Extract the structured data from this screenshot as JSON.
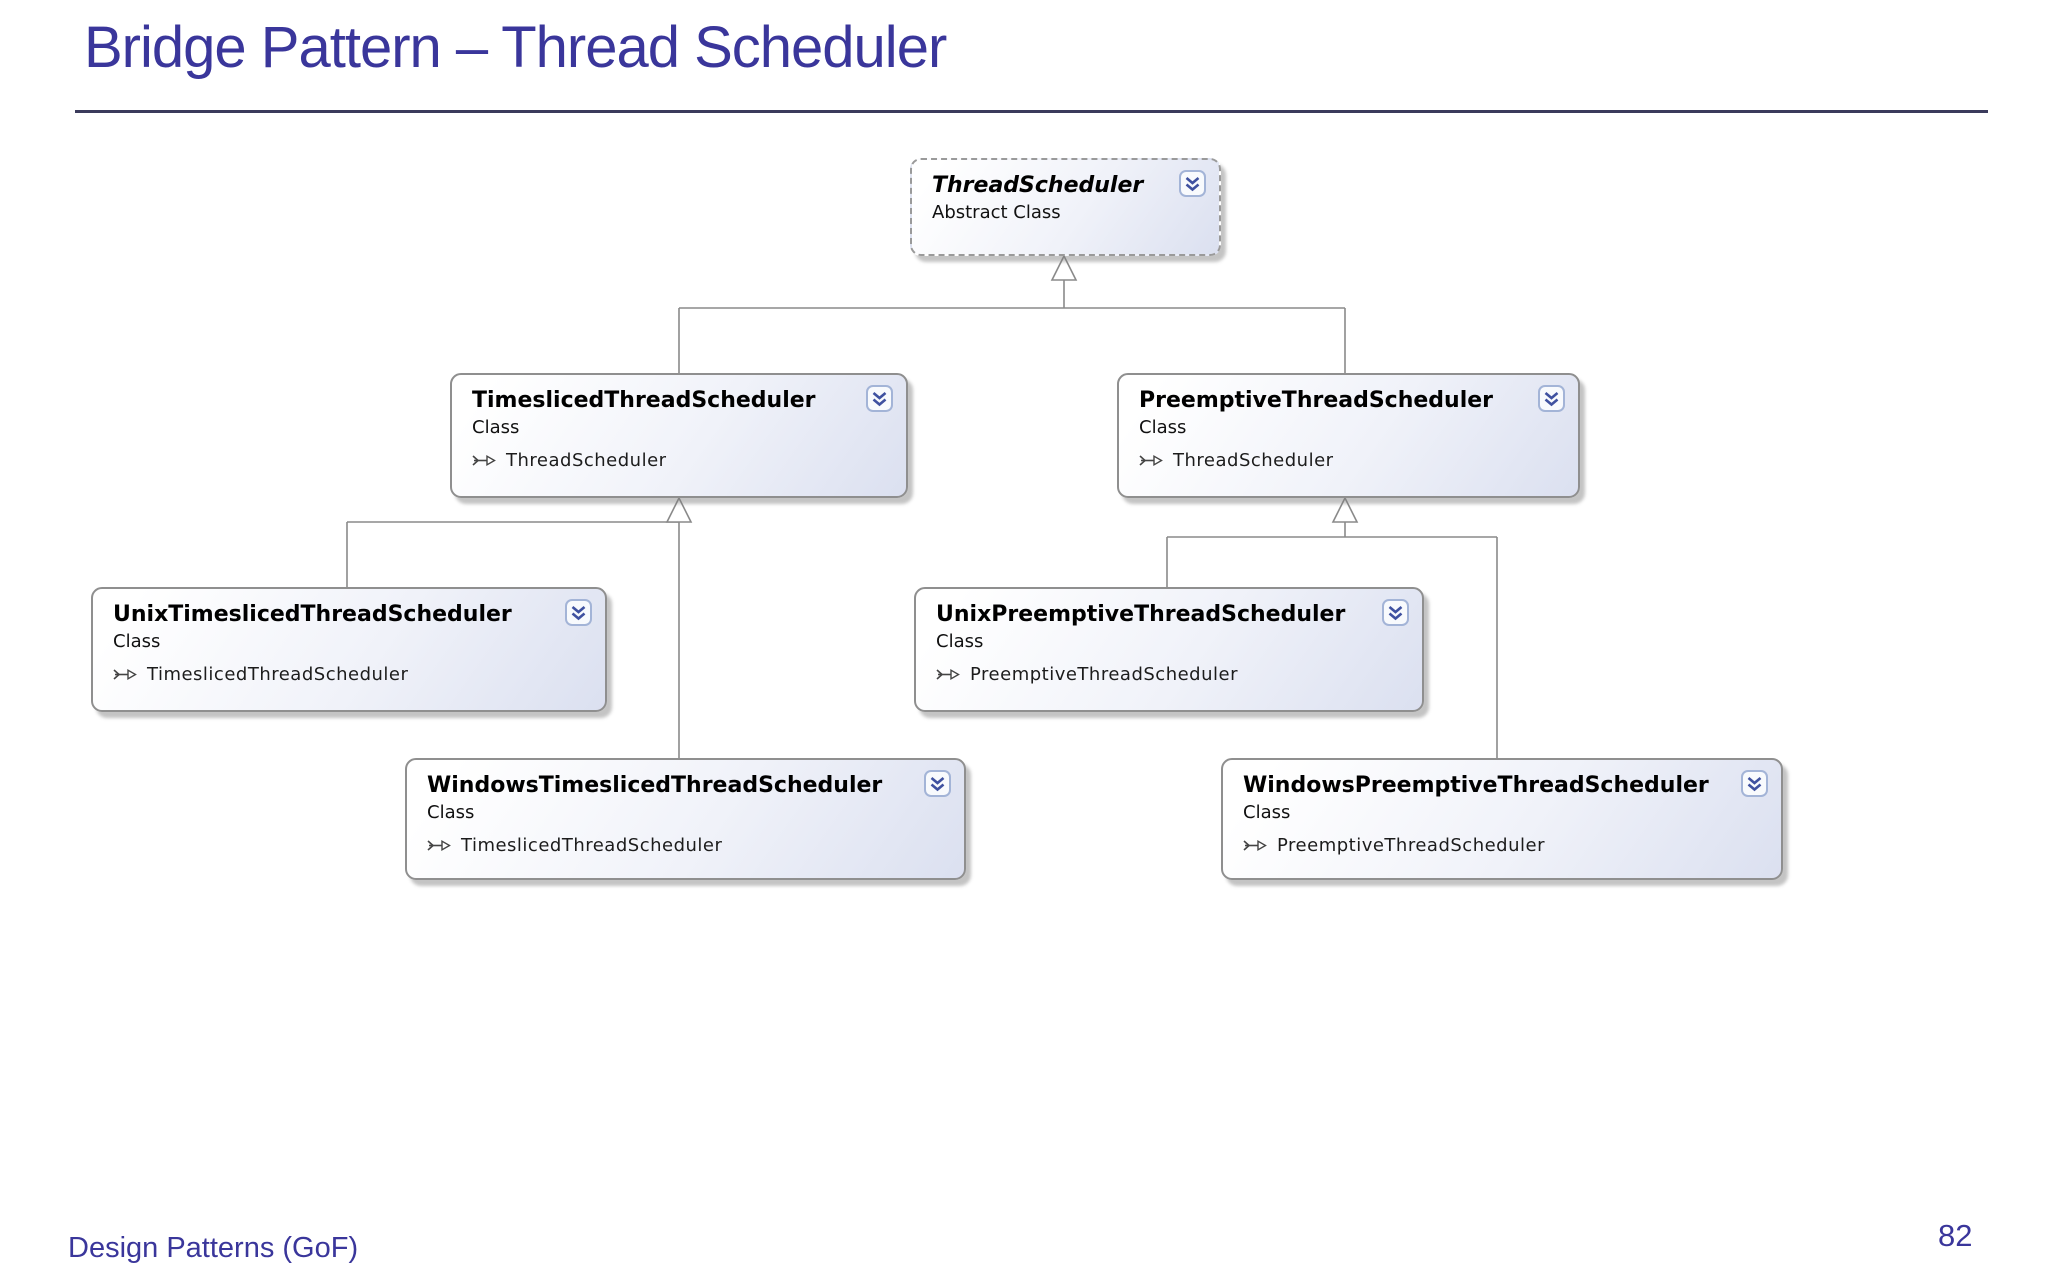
{
  "slide": {
    "title": "Bridge Pattern – Thread Scheduler",
    "footer": "Design Patterns (GoF)",
    "page_number": "82"
  },
  "colors": {
    "title_text": "#3A369B",
    "title_rule": "#3B3B5C",
    "node_border": "#8F8F8F",
    "node_gradient_end": "#DBE0F0",
    "connector": "#8A8A8A",
    "chevron_glyph": "#3F51A0",
    "chevron_border": "#A3B4D7"
  },
  "diagram": {
    "type": "uml-class-inheritance",
    "nodes": [
      {
        "name": "ThreadScheduler",
        "stereotype": "Abstract Class",
        "abstract": true
      },
      {
        "name": "TimeslicedThreadScheduler",
        "stereotype": "Class",
        "base": "ThreadScheduler"
      },
      {
        "name": "PreemptiveThreadScheduler",
        "stereotype": "Class",
        "base": "ThreadScheduler"
      },
      {
        "name": "UnixTimeslicedThreadScheduler",
        "stereotype": "Class",
        "base": "TimeslicedThreadScheduler"
      },
      {
        "name": "UnixPreemptiveThreadScheduler",
        "stereotype": "Class",
        "base": "PreemptiveThreadScheduler"
      },
      {
        "name": "WindowsTimeslicedThreadScheduler",
        "stereotype": "Class",
        "base": "TimeslicedThreadScheduler"
      },
      {
        "name": "WindowsPreemptiveThreadScheduler",
        "stereotype": "Class",
        "base": "PreemptiveThreadScheduler"
      }
    ],
    "edges": [
      {
        "from": "TimeslicedThreadScheduler",
        "to": "ThreadScheduler",
        "type": "inheritance"
      },
      {
        "from": "PreemptiveThreadScheduler",
        "to": "ThreadScheduler",
        "type": "inheritance"
      },
      {
        "from": "UnixTimeslicedThreadScheduler",
        "to": "TimeslicedThreadScheduler",
        "type": "inheritance"
      },
      {
        "from": "WindowsTimeslicedThreadScheduler",
        "to": "TimeslicedThreadScheduler",
        "type": "inheritance"
      },
      {
        "from": "UnixPreemptiveThreadScheduler",
        "to": "PreemptiveThreadScheduler",
        "type": "inheritance"
      },
      {
        "from": "WindowsPreemptiveThreadScheduler",
        "to": "PreemptiveThreadScheduler",
        "type": "inheritance"
      }
    ],
    "icons": {
      "collapse": "double-chevron-down-icon",
      "base_type": "inheritance-arrow-icon"
    }
  }
}
